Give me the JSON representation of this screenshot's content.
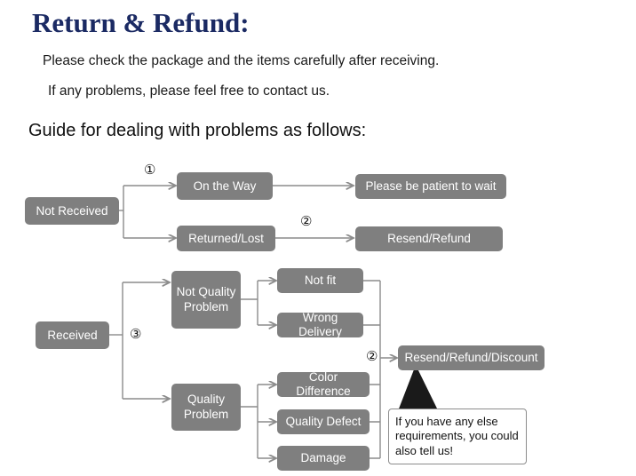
{
  "header": {
    "title": "Return & Refund:",
    "line1": "Please check the package and the items carefully after receiving.",
    "line2": "If any problems, please feel free to contact us.",
    "guide": "Guide for dealing with problems as follows:"
  },
  "diagram": {
    "nodes": [
      {
        "id": "not-received",
        "label": "Not Received"
      },
      {
        "id": "on-the-way",
        "label": "On the Way"
      },
      {
        "id": "returned-lost",
        "label": "Returned/Lost"
      },
      {
        "id": "please-be-patient",
        "label": "Please be patient to wait"
      },
      {
        "id": "resend-refund",
        "label": "Resend/Refund"
      },
      {
        "id": "received",
        "label": "Received"
      },
      {
        "id": "not-quality-problem",
        "label": "Not Quality Problem"
      },
      {
        "id": "quality-problem",
        "label": "Quality Problem"
      },
      {
        "id": "not-fit",
        "label": "Not fit"
      },
      {
        "id": "wrong-delivery",
        "label": "Wrong Delivery"
      },
      {
        "id": "color-difference",
        "label": "Color Difference"
      },
      {
        "id": "quality-defect",
        "label": "Quality Defect"
      },
      {
        "id": "damage",
        "label": "Damage"
      },
      {
        "id": "resend-refund-discount",
        "label": "Resend/Refund/Discount"
      }
    ],
    "markers": {
      "one": "①",
      "two_top": "②",
      "three": "③",
      "two_bottom": "②"
    },
    "callout": "If you have any else requirements, you could also tell us!",
    "colors": {
      "node_fill": "#7f7f7f",
      "node_text": "#ffffff",
      "line": "#8c8c8c",
      "title": "#1b2a63"
    }
  }
}
